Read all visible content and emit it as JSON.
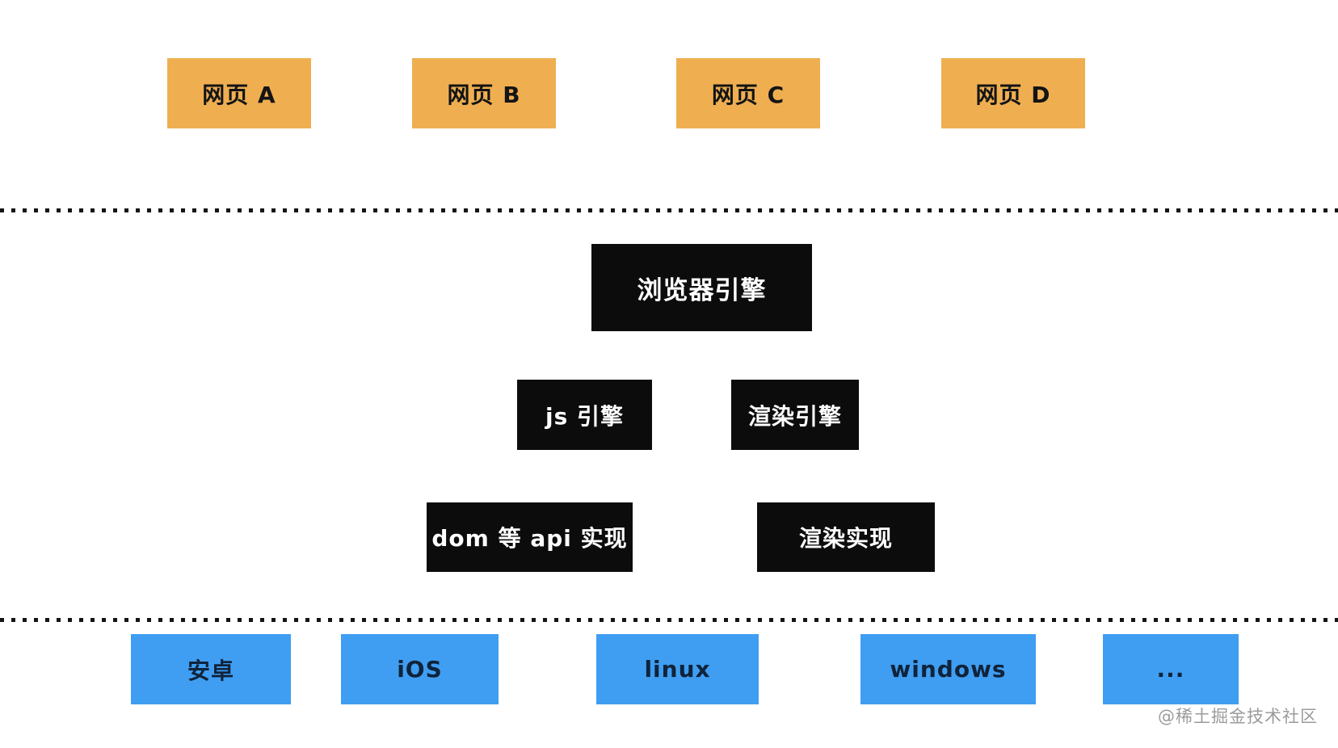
{
  "diagram": {
    "title_context": "browser-architecture-layers",
    "webpages": [
      {
        "label": "网页 A"
      },
      {
        "label": "网页 B"
      },
      {
        "label": "网页 C"
      },
      {
        "label": "网页 D"
      }
    ],
    "browser_engine": {
      "label": "浏览器引擎"
    },
    "engines": [
      {
        "label": "js 引擎"
      },
      {
        "label": "渲染引擎"
      }
    ],
    "implementations": [
      {
        "label": "dom 等 api 实现"
      },
      {
        "label": "渲染实现"
      }
    ],
    "platforms": [
      {
        "label": "安卓"
      },
      {
        "label": "iOS"
      },
      {
        "label": "linux"
      },
      {
        "label": "windows"
      },
      {
        "label": "..."
      }
    ],
    "watermark": "@稀土掘金技术社区",
    "colors": {
      "webpage_box": "#EFAF51",
      "engine_box": "#0C0C0C",
      "platform_box": "#3F9EF2",
      "engine_text": "#FFFFFF",
      "dark_text": "#141414",
      "watermark_text": "#9B9B9B",
      "divider_dots": "#151515"
    }
  }
}
